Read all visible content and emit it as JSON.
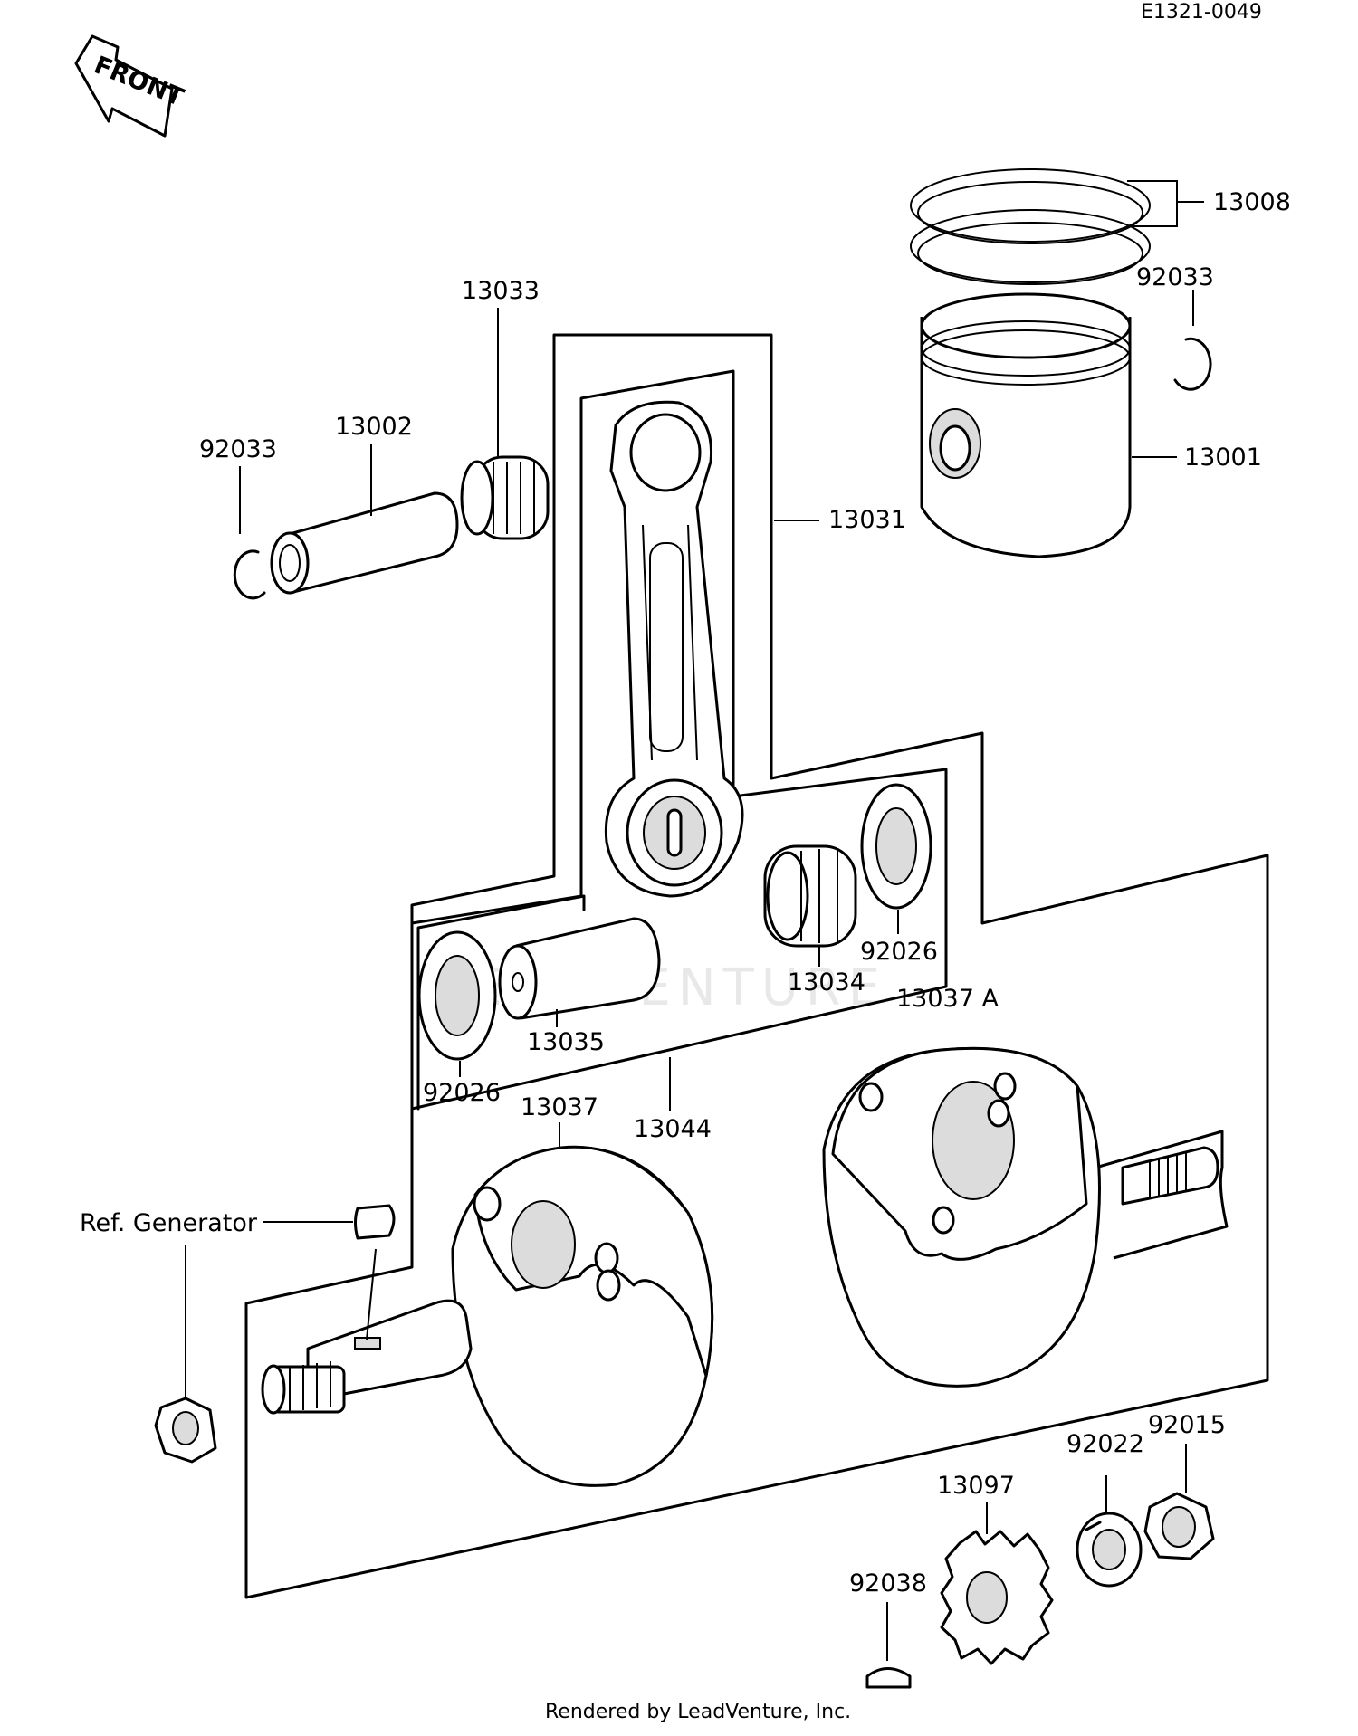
{
  "diagram_code": "E1321-0049",
  "front_marker": "FRONT",
  "watermark": "LEADVENTURE",
  "footer": "Rendered by LeadVenture, Inc.",
  "callouts": {
    "piston_rings": "13008",
    "snap_ring_right": "92033",
    "piston": "13001",
    "conrod": "13031",
    "small_end_bearing": "13033",
    "piston_pin": "13002",
    "snap_ring_left": "92033",
    "big_end_bearing": "13034",
    "washer_right": "92026",
    "crank_pin": "13035",
    "washer_left": "92026",
    "crankshaft_assy": "13044",
    "flywheel_right": "13037 A",
    "flywheel_left": "13037",
    "ref_generator": "Ref. Generator",
    "nut": "92015",
    "lockwasher": "92022",
    "gear": "13097",
    "key": "92038"
  }
}
